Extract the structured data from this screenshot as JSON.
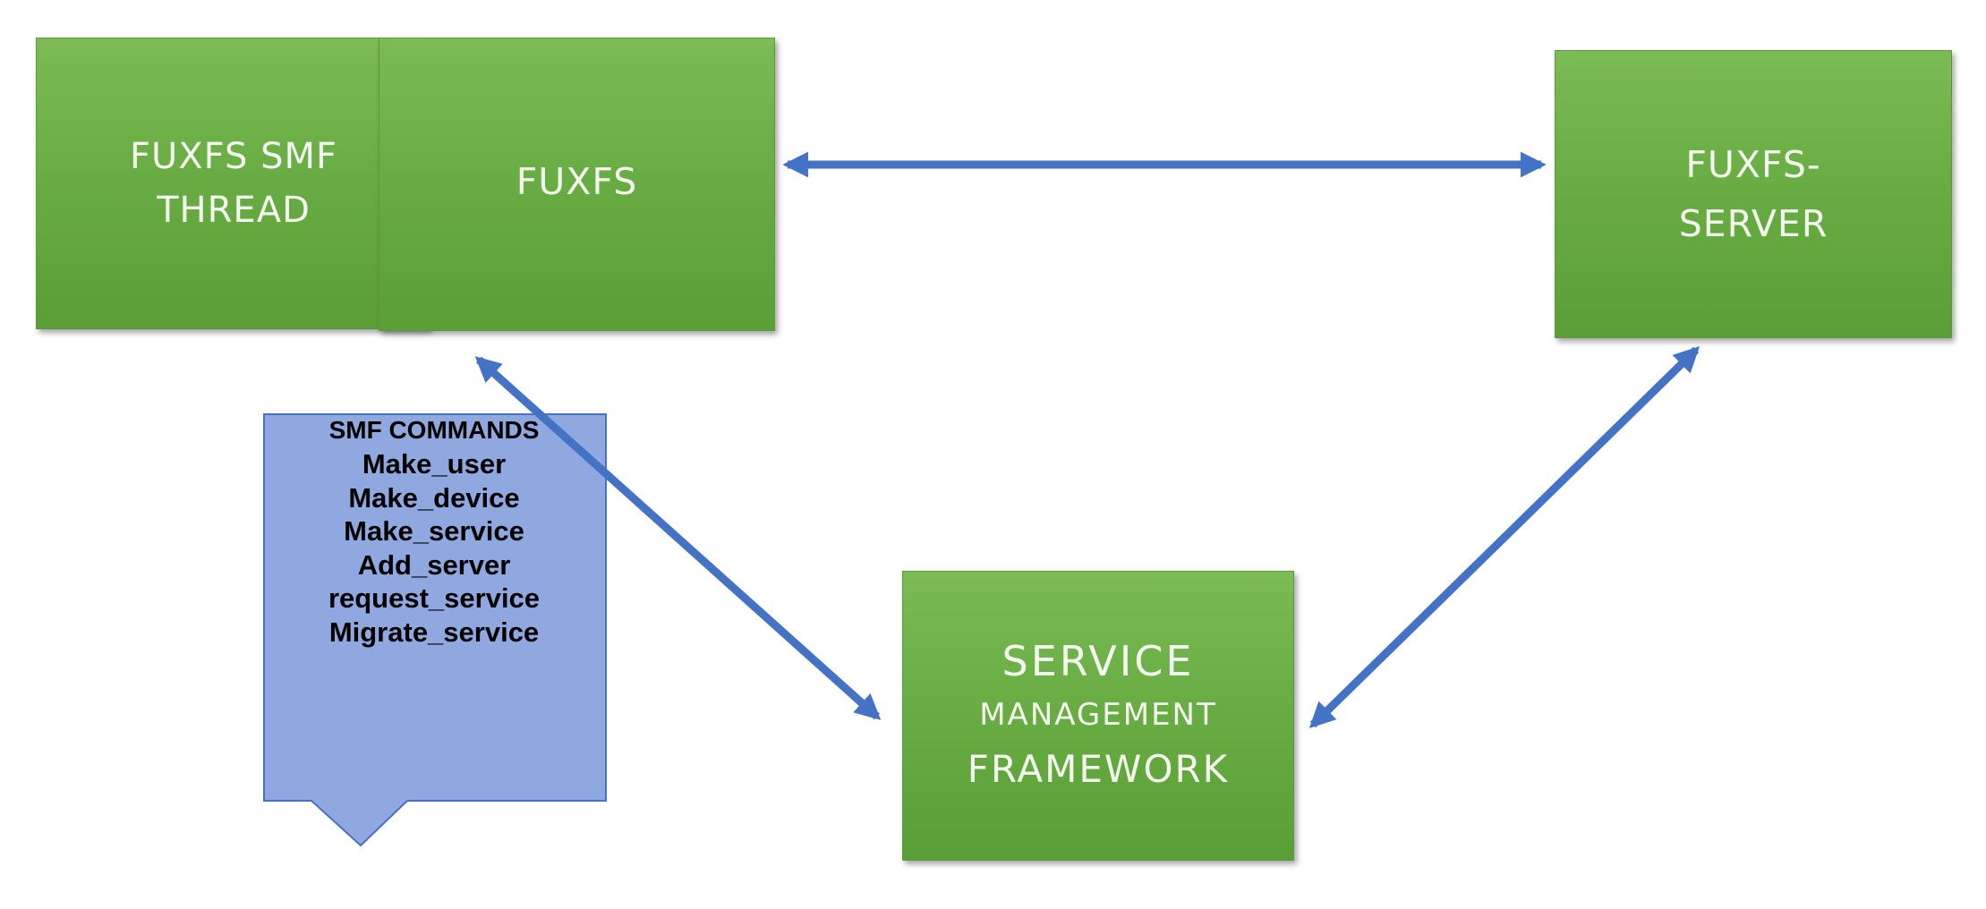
{
  "colors": {
    "box_fill": "#6aae44",
    "box_border": "#5b9a3a",
    "box_text": "#ffffff",
    "arrow": "#4472c4",
    "callout_fill": "#8fa9e0",
    "callout_border": "#4a6fc8"
  },
  "nodes": {
    "smf_thread": {
      "line1": "FUXFS SMF",
      "line2": "THREAD"
    },
    "fuxfs": {
      "label": "FUXFS"
    },
    "fuxfs_server": {
      "line1": "FUXFS-",
      "line2": "SERVER"
    },
    "service_management_framework": {
      "line1": "SERVICE",
      "line2": "MANAGEMENT",
      "line3": "FRAMEWORK"
    }
  },
  "callout": {
    "title": "SMF COMMANDS",
    "commands": [
      "Make_user",
      "Make_device",
      "Make_service",
      "Add_server",
      "request_service",
      "Migrate_service"
    ]
  },
  "edges": [
    {
      "from": "FUXFS",
      "to": "FUXFS-SERVER",
      "direction": "both"
    },
    {
      "from": "FUXFS",
      "to": "SERVICE MANAGEMENT FRAMEWORK",
      "direction": "both"
    },
    {
      "from": "SERVICE MANAGEMENT FRAMEWORK",
      "to": "FUXFS-SERVER",
      "direction": "both"
    }
  ]
}
